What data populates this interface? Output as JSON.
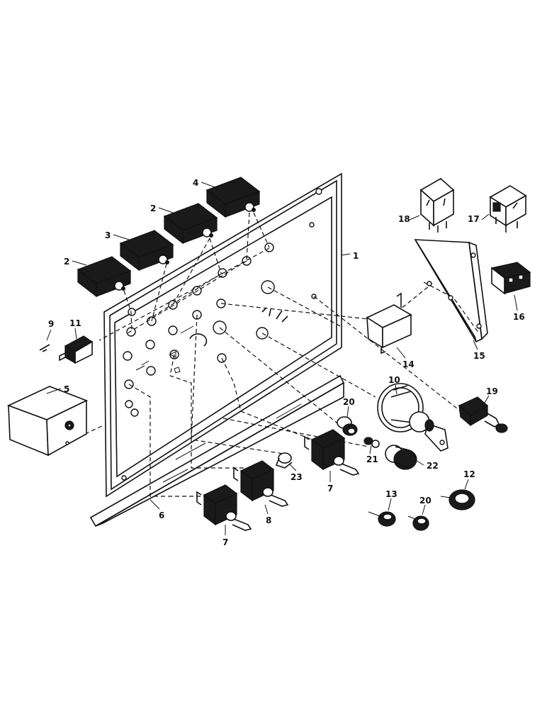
{
  "callouts": [
    {
      "id": "c1",
      "text": "1"
    },
    {
      "id": "c2a",
      "text": "2"
    },
    {
      "id": "c2b",
      "text": "2"
    },
    {
      "id": "c3",
      "text": "3"
    },
    {
      "id": "c4",
      "text": "4"
    },
    {
      "id": "c5",
      "text": "5"
    },
    {
      "id": "c6",
      "text": "6"
    },
    {
      "id": "c7a",
      "text": "7"
    },
    {
      "id": "c7b",
      "text": "7"
    },
    {
      "id": "c8",
      "text": "8"
    },
    {
      "id": "c9",
      "text": "9"
    },
    {
      "id": "c10",
      "text": "10"
    },
    {
      "id": "c11",
      "text": "11"
    },
    {
      "id": "c12",
      "text": "12"
    },
    {
      "id": "c13",
      "text": "13"
    },
    {
      "id": "c14",
      "text": "14"
    },
    {
      "id": "c15",
      "text": "15"
    },
    {
      "id": "c16",
      "text": "16"
    },
    {
      "id": "c17",
      "text": "17"
    },
    {
      "id": "c18",
      "text": "18"
    },
    {
      "id": "c19",
      "text": "19"
    },
    {
      "id": "c20a",
      "text": "20"
    },
    {
      "id": "c20b",
      "text": "20"
    },
    {
      "id": "c21",
      "text": "21"
    },
    {
      "id": "c22",
      "text": "22"
    },
    {
      "id": "c23",
      "text": "23"
    }
  ]
}
